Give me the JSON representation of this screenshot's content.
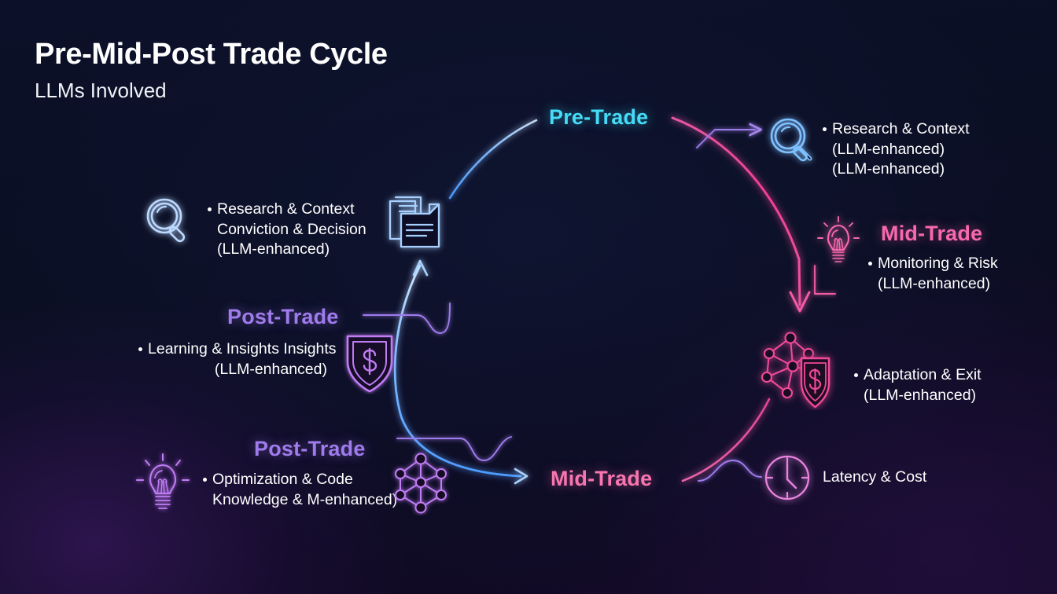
{
  "header": {
    "title": "Pre-Mid-Post Trade Cycle",
    "subtitle": "LLMs Involved"
  },
  "cycle_labels": {
    "pre_trade": "Pre-Trade",
    "mid_trade_bottom": "Mid-Trade",
    "mid_trade_right": "Mid-Trade",
    "post_trade_upper_left": "Post-Trade",
    "post_trade_lower_left": "Post-Trade"
  },
  "colors": {
    "cyan": "#45dcf8",
    "blue": "#6aa9ff",
    "pink": "#f768ae",
    "magenta": "#ee3d92",
    "purple": "#9f7bec",
    "violet": "#c07cf5",
    "background_top": "#0c1028",
    "background_bottom": "#140a28",
    "text": "#ffffff"
  },
  "nodes": {
    "top_right_research": {
      "icon": "magnifier-icon",
      "icon_color": "#6aa9ff",
      "lines": [
        "Research & Context",
        "(LLM-enhanced)",
        "(LLM-enhanced)"
      ],
      "bulleted": true
    },
    "right_mid_trade": {
      "icon": "lightbulb-icon",
      "icon_color": "#f768ae",
      "label": "Mid-Trade",
      "lines": [
        "Monitoring & Risk",
        "(LLM-enhanced)"
      ],
      "bulleted": true
    },
    "right_adaptation": {
      "icon": "network-shield-dollar-icon",
      "icon_color": "#ee3d92",
      "lines": [
        "Adaptation & Exit",
        "(LLM-enhanced)"
      ],
      "bulleted": true
    },
    "bottom_right_latency": {
      "icon": "clock-icon",
      "icon_color": "#e06bd0",
      "lines": [
        "Latency & Cost"
      ],
      "bulleted": false
    },
    "left_research": {
      "icon": "magnifier-icon",
      "icon_color": "#6aa9ff",
      "secondary_icon": "documents-icon",
      "secondary_icon_color": "#8ec6ff",
      "lines": [
        "Research & Context",
        "Conviction & Decision",
        "(LLM-enhanced)"
      ],
      "bulleted": true
    },
    "left_post_trade": {
      "icon": "shield-dollar-icon",
      "icon_color": "#c07cf5",
      "label": "Post-Trade",
      "lines": [
        "Learning & Insights Insights",
        "(LLM-enhanced)"
      ],
      "bulleted": true
    },
    "bottom_left_post_trade": {
      "icon": "lightbulb-icon",
      "icon_color": "#c07cf5",
      "secondary_icon": "network-icon",
      "secondary_icon_color": "#c07cf5",
      "label": "Post-Trade",
      "lines": [
        "Optimization & Code",
        "Knowledge & M-enhanced)"
      ],
      "bulleted": true
    }
  }
}
